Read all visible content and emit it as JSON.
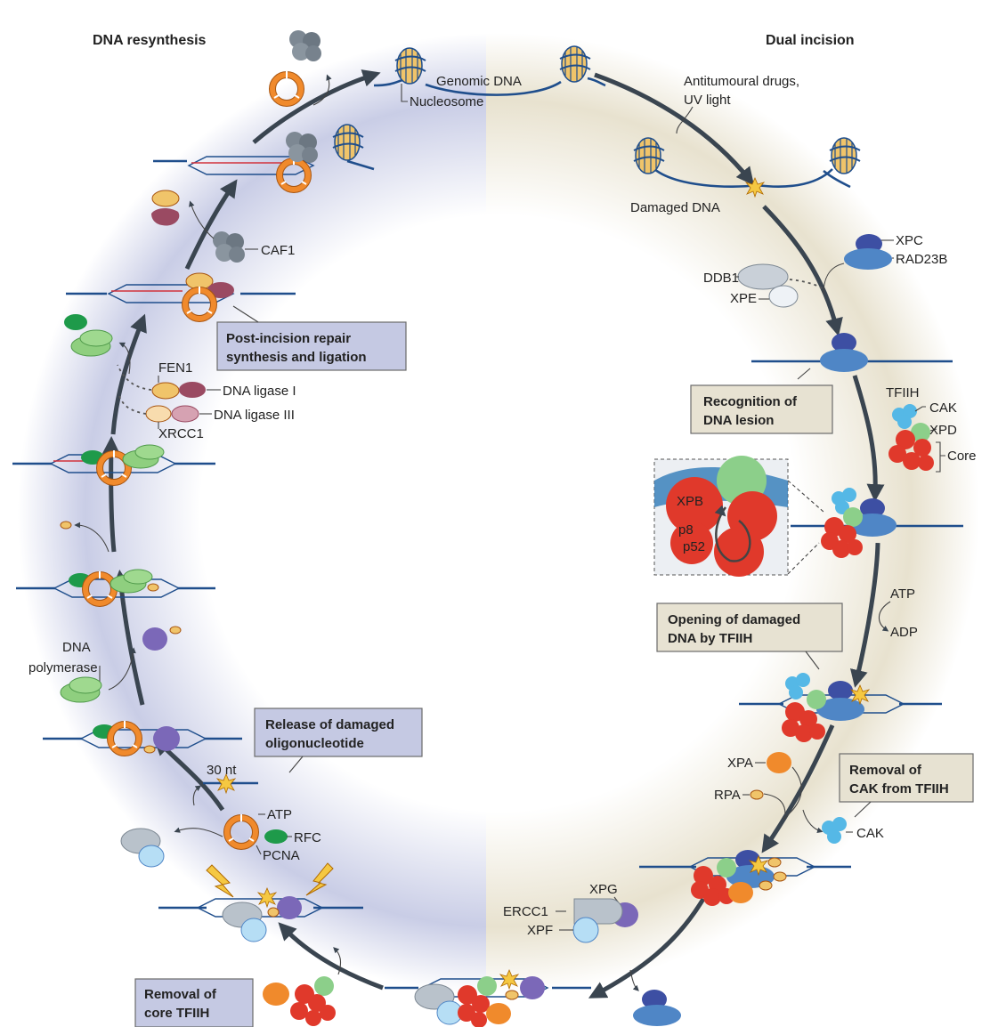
{
  "headers": {
    "left": "DNA resynthesis",
    "right": "Dual incision"
  },
  "labels": {
    "genomic_dna": "Genomic DNA",
    "nucleosome": "Nucleosome",
    "agents_line1": "Antitumoural drugs,",
    "agents_line2": "UV light",
    "damaged_dna": "Damaged DNA",
    "xpc": "XPC",
    "rad23b": "RAD23B",
    "ddb1": "DDB1",
    "xpe": "XPE",
    "tfiih": "TFIIH",
    "cak": "CAK",
    "xpd": "XPD",
    "core": "Core",
    "xpb": "XPB",
    "p8": "p8",
    "p52": "p52",
    "atp_1": "ATP",
    "adp": "ADP",
    "xpa": "XPA",
    "rpa": "RPA",
    "cak_2": "CAK",
    "xpg": "XPG",
    "ercc1": "ERCC1",
    "xpf": "XPF",
    "nt30": "30 nt",
    "atp_2": "ATP",
    "rfc": "RFC",
    "pcna": "PCNA",
    "dna_pol_line1": "DNA",
    "dna_pol_line2": "polymerase",
    "fen1": "FEN1",
    "dna_ligase_1": "DNA ligase I",
    "dna_ligase_3": "DNA ligase III",
    "xrcc1": "XRCC1",
    "caf1": "CAF1"
  },
  "boxes": {
    "recognition": [
      "Recognition of",
      "DNA lesion"
    ],
    "opening": [
      "Opening of damaged",
      "DNA by TFIIH"
    ],
    "removal_cak": [
      "Removal of",
      "CAK from TFIIH"
    ],
    "removal_core": [
      "Removal of",
      "core TFIIH"
    ],
    "release": [
      "Release of damaged",
      "oligonucleotide"
    ],
    "post_incision": [
      "Post-incision repair",
      "synthesis and ligation"
    ]
  },
  "colors": {
    "left_bg": "#c9cde6",
    "right_bg": "#e8e2cf",
    "box_left": "#c5c9e3",
    "box_right": "#e7e2d2",
    "strand": "#1f4e8c",
    "arrow": "#3a4550",
    "xp_red": "#e0392b",
    "green": "#8ccf8a",
    "cyan": "#55b8e6",
    "blue": "#4f86c6",
    "purple": "#7b68b8",
    "orange": "#f08a2c",
    "yellow": "#f0c46a",
    "gray": "#7d8893",
    "maroon": "#9a4a62",
    "light_green": "#8fcf7f",
    "dark_green": "#1e9a4a"
  }
}
